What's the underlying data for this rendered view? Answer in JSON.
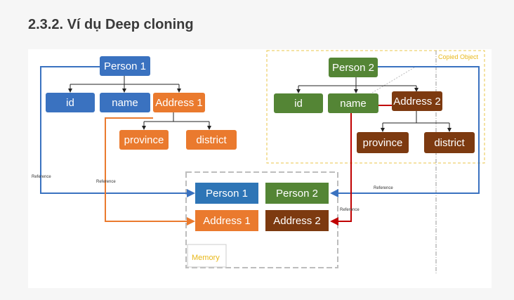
{
  "page": {
    "title": "2.3.2. Ví dụ Deep cloning"
  },
  "colors": {
    "blue": "#3a72c0",
    "orange": "#ea7a2e",
    "green": "#548535",
    "brown": "#7d3a10",
    "red": "#c00000",
    "dashed_gray": "#bdbdbd",
    "dashed_yellow": "#e8c44a"
  },
  "diagram": {
    "copied_object_label": "Copied Object",
    "memory_label": "Memory",
    "reference_label": "Reference",
    "nodes": {
      "person1": "Person 1",
      "id1": "id",
      "name1": "name",
      "address1": "Address 1",
      "province1": "province",
      "district1": "district",
      "person2": "Person 2",
      "id2": "id",
      "name2": "name",
      "address2": "Address 2",
      "province2": "province",
      "district2": "district",
      "mem_person1": "Person 1",
      "mem_person2": "Person 2",
      "mem_address1": "Address 1",
      "mem_address2": "Address 2"
    }
  }
}
